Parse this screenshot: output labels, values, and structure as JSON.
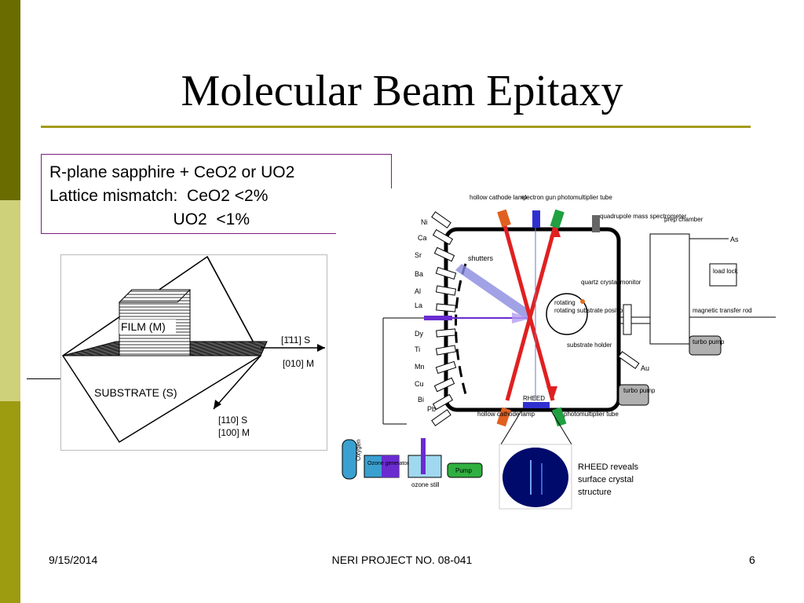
{
  "slide": {
    "title": "Molecular Beam Epitaxy",
    "textbox": {
      "line1": "R-plane sapphire + CeO2 or UO2",
      "line2": "Lattice mismatch:  CeO2 <2%",
      "line3": "                           UO2  <1%"
    },
    "footer": {
      "date": "9/15/2014",
      "project": "NERI PROJECT NO. 08-041",
      "page": "6"
    },
    "colors": {
      "sidebar_dark": "#6b6c00",
      "sidebar_mid": "#9d9b10",
      "sidebar_light": "#cfd07a",
      "rule": "#a39b1c",
      "box_border": "#7a1f7a"
    }
  },
  "crystal": {
    "film": "FILM (M)",
    "substrate": "SUBSTRATE (S)",
    "axis_right_1": "[1̄11] S",
    "axis_right_2": "[010] M",
    "axis_down_1": "[110] S",
    "axis_down_2": "[100] M"
  },
  "mbe": {
    "sources_left": [
      "Ni",
      "Ca",
      "Sr",
      "Ba",
      "Al",
      "La",
      "Dy",
      "Ti",
      "Mn",
      "Cu",
      "Bi",
      "Pb"
    ],
    "hollow_cathode_lamp": "hollow cathode lamp",
    "electron_gun": "electron gun",
    "photomultiplier_tube": "photomultiplier tube",
    "quadrupole": "quadrupole mass spectrometer",
    "prep_chamber": "prep chamber",
    "as": "As",
    "load_lock": "load lock",
    "magnetic_transfer_rod": "magnetic transfer rod",
    "turbo_pump": "turbo pump",
    "shutters": "shutters",
    "quartz_crystal_monitor": "quartz crystal monitor",
    "rotating_substrate_positioner": "rotating substrate positioner",
    "substrate_holder": "substrate holder",
    "au": "Au",
    "rheed": "RHEED",
    "oxygen": "Oxygen",
    "ozone_generator": "Ozone generator",
    "ozone_still": "ozone still",
    "pump": "Pump",
    "rheed_caption": "RHEED reveals surface crystal structure"
  }
}
